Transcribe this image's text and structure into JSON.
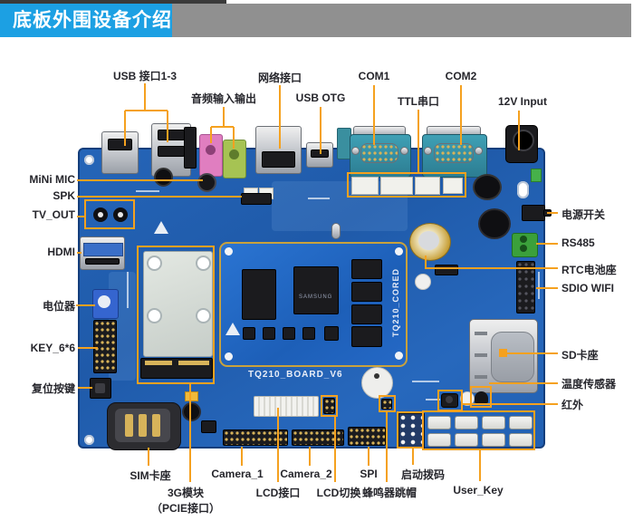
{
  "header": {
    "title": "底板外围设备介绍"
  },
  "board": {
    "baseboard_silkscreen": "TQ210_BOARD_V6",
    "coreboard_silkscreen": "TQ210_CORED",
    "cpu_marking": "SAMSUNG"
  },
  "colors": {
    "callout_accent": "#F5A11F",
    "header_blue": "#1CA0E3",
    "header_gray": "#909090",
    "board_blue": "#2263B5",
    "core_board_blue": "#2166C4",
    "core_border_gold": "#C9A23C"
  },
  "callouts": {
    "top": {
      "usb13": "USB 接口1-3",
      "audio_io": "音频输入输出",
      "ethernet": "网络接口",
      "usb_otg": "USB OTG",
      "com1": "COM1",
      "ttl_uart": "TTL串口",
      "com2": "COM2",
      "power_12v": "12V Input"
    },
    "left": {
      "mini_mic": "MiNi MIC",
      "spk": "SPK",
      "tv_out": "TV_OUT",
      "hdmi": "HDMI",
      "potentiometer": "电位器",
      "key_6x6": "KEY_6*6",
      "reset_key": "复位按键"
    },
    "right": {
      "power_switch": "电源开关",
      "rs485": "RS485",
      "rtc_battery": "RTC电池座",
      "sdio_wifi": "SDIO WIFI",
      "sd_slot": "SD卡座",
      "temp_sensor": "温度传感器",
      "infrared": "红外"
    },
    "bottom": {
      "sim_slot": "SIM卡座",
      "module_3g": "3G模块",
      "module_3g_note": "（PCIE接口）",
      "camera_1": "Camera_1",
      "lcd_port": "LCD接口",
      "camera_2": "Camera_2",
      "lcd_switch": "LCD切换",
      "spi": "SPI",
      "buzzer_jumper": "蜂鸣器跳帽",
      "boot_dip": "启动拨码",
      "user_key": "User_Key"
    }
  }
}
